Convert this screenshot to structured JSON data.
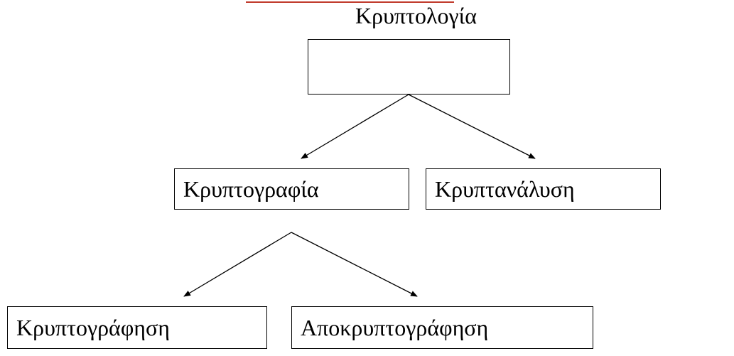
{
  "diagram": {
    "root": {
      "label": "Κρυπτολογία"
    },
    "level1": [
      {
        "label": "Κρυπτογραφία"
      },
      {
        "label": "Κρυπτανάλυση"
      }
    ],
    "level2": [
      {
        "label": "Κρυπτογράφηση"
      },
      {
        "label": "Αποκρυπτογράφηση"
      }
    ],
    "colors": {
      "accent_rule": "#c0392b",
      "stroke": "#000000",
      "background": "#ffffff"
    }
  }
}
